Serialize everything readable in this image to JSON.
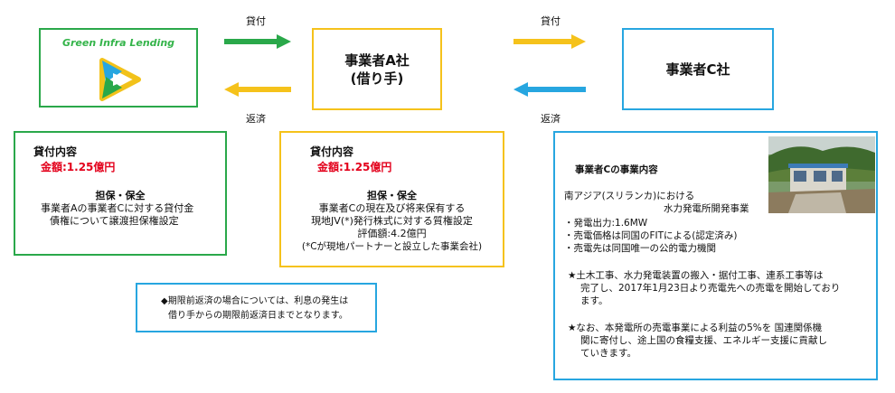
{
  "flow": {
    "loan_label_1": "貸付",
    "loan_label_2": "貸付",
    "repay_label_1": "返済",
    "repay_label_2": "返済"
  },
  "lender": {
    "logo_text": "Green Infra Lending"
  },
  "borrower": {
    "name_line1": "事業者A社",
    "name_line2": "(借り手)"
  },
  "company_c": {
    "name": "事業者C社"
  },
  "loan_box_1": {
    "heading": "貸付内容",
    "amount": "金額:1.25億円",
    "collateral_heading": "担保・保全",
    "lines": [
      "事業者Aの事業者Cに対する貸付金",
      "債権について譲渡担保権設定"
    ]
  },
  "loan_box_2": {
    "heading": "貸付内容",
    "amount": "金額:1.25億円",
    "collateral_heading": "担保・保全",
    "lines": [
      "事業者Cの現在及び将来保有する",
      "現地JV(*)発行株式に対する質権設定",
      "評価額:4.2億円",
      "(*Cが現地パートナーと設立した事業会社)"
    ]
  },
  "note": {
    "line1": "◆期限前返済の場合については、利息の発生は",
    "line2": "借り手からの期限前返済日までとなります。"
  },
  "business": {
    "heading": "事業者Cの事業内容",
    "lines": [
      "南アジア(スリランカ)における",
      "水力発電所開発事業",
      "・発電出力:1.6MW",
      "・売電価格は同国のFITによる(認定済み)",
      "・売電先は同国唯一の公的電力機関"
    ],
    "star1": [
      "★土木工事、水力発電装置の搬入・据付工事、連系工事等は",
      "完了し、2017年1月23日より売電先への売電を開始しており",
      "ます。"
    ],
    "star2": [
      "★なお、本発電所の売電事業による利益の5%を 国連関係機",
      "関に寄付し、途上国の食糧支援、エネルギー支援に貢献し",
      "ていきます。"
    ]
  },
  "colors": {
    "green": "#2aa84a",
    "yellow": "#f5c21b",
    "blue": "#27a6e0",
    "red": "#e3001b"
  }
}
